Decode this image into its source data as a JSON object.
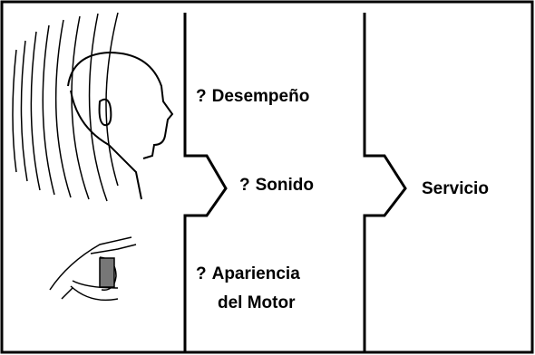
{
  "diagram": {
    "item_prefix": "?",
    "labels": {
      "desempeno": "Desempeño",
      "sonido": "Sonido",
      "apariencia_line1": "Apariencia",
      "apariencia_line2": "del Motor",
      "servicio": "Servicio"
    },
    "icons": {
      "head": "head-listening-icon",
      "sound_waves": "sound-waves-icon",
      "hand": "hand-holding-motor-icon"
    },
    "colors": {
      "stroke": "#000000",
      "background": "#ffffff"
    }
  }
}
